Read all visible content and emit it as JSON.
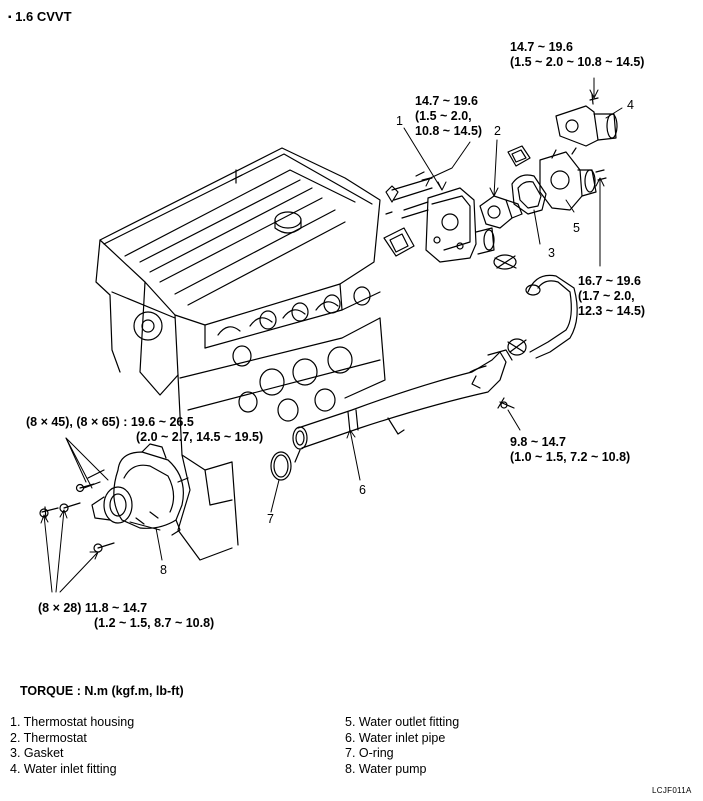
{
  "header": {
    "bullet": "▪",
    "title": "1.6 CVVT"
  },
  "torque_labels": {
    "t4": [
      "14.7 ~ 19.6",
      "(1.5 ~ 2.0 ~ 10.8 ~ 14.5)"
    ],
    "t1": [
      "14.7 ~ 19.6",
      "(1.5 ~ 2.0,",
      "10.8 ~ 14.5)"
    ],
    "t5": [
      "16.7 ~ 19.6",
      "(1.7 ~ 2.0,",
      "12.3 ~ 14.5)"
    ],
    "t6": [
      "9.8 ~ 14.7",
      "(1.0 ~ 1.5, 7.2 ~ 10.8)"
    ],
    "t8a": [
      "(8 × 45), (8 × 65) : 19.6 ~ 26.5",
      "(2.0 ~ 2.7, 14.5 ~ 19.5)"
    ],
    "t8b": [
      "(8 ×  28) 11.8 ~ 14.7",
      "(1.2 ~ 1.5, 8.7 ~ 10.8)"
    ]
  },
  "callouts": [
    "1",
    "2",
    "3",
    "4",
    "5",
    "6",
    "7",
    "8"
  ],
  "torque_unit": "TORQUE : N.m (kgf.m, lb-ft)",
  "legend": [
    "1.  Thermostat housing",
    "2.  Thermostat",
    "3.  Gasket",
    "4.  Water inlet fitting",
    "5.  Water outlet fitting",
    "6.  Water inlet pipe",
    "7.  O-ring",
    "8.  Water pump"
  ],
  "figure_code": "LCJF011A"
}
